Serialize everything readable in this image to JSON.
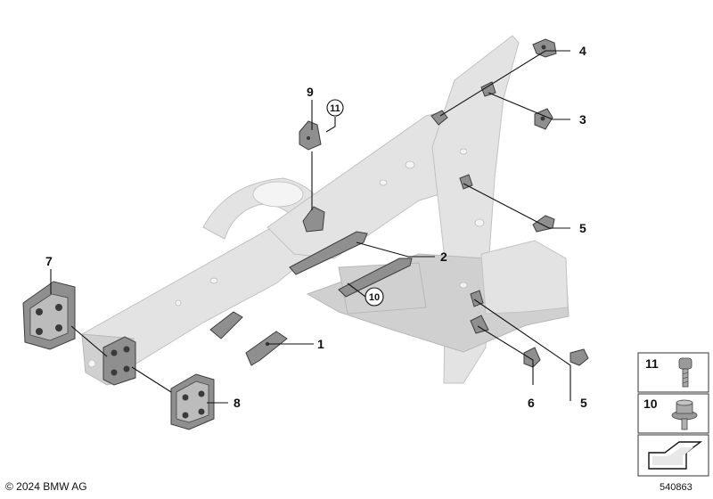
{
  "callouts": {
    "c1": "1",
    "c2": "2",
    "c3": "3",
    "c4": "4",
    "c5a": "5",
    "c5b": "5",
    "c6": "6",
    "c7": "7",
    "c8": "8",
    "c9": "9",
    "c10": "10",
    "c11": "11"
  },
  "legend": {
    "item_11": "11",
    "item_10": "10"
  },
  "footer": {
    "copyright": "© 2024 BMW AG",
    "doc_number": "540863"
  }
}
